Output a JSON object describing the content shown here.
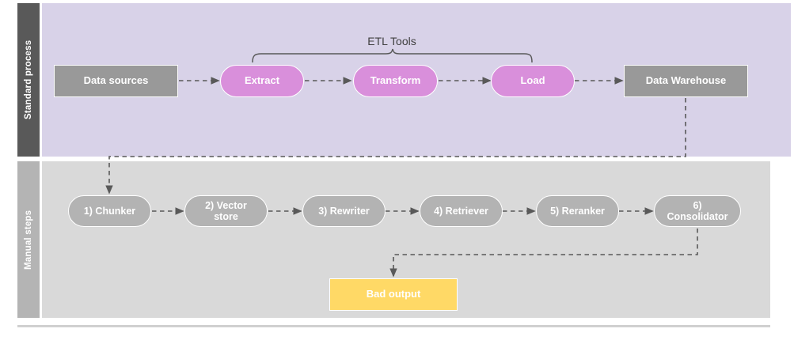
{
  "diagram": {
    "title": "ETL and manual RAG pipeline swimlane diagram",
    "colors": {
      "lane_top_label_bg": "#595959",
      "lane_top_body_bg": "#d8d2e8",
      "lane_bottom_label_bg": "#b4b4b4",
      "lane_bottom_body_bg": "#d9d9d9",
      "node_gray": "#999999",
      "node_purple": "#d98fdb",
      "node_gray_pill": "#b3b3b3",
      "node_yellow": "#ffd966",
      "connector": "#595959",
      "text_dark": "#404040",
      "text_light": "#ffffff"
    },
    "lanes": [
      {
        "id": "standard-process",
        "label": "Standard process"
      },
      {
        "id": "manual-steps",
        "label": "Manual steps"
      }
    ],
    "annotations": [
      {
        "id": "etl-tools",
        "label": "ETL Tools"
      }
    ],
    "top_nodes": [
      {
        "id": "data-sources",
        "label": "Data sources",
        "shape": "rect",
        "color": "gray"
      },
      {
        "id": "extract",
        "label": "Extract",
        "shape": "pill",
        "color": "purple"
      },
      {
        "id": "transform",
        "label": "Transform",
        "shape": "pill",
        "color": "purple"
      },
      {
        "id": "load",
        "label": "Load",
        "shape": "pill",
        "color": "purple"
      },
      {
        "id": "data-warehouse",
        "label": "Data Warehouse",
        "shape": "rect",
        "color": "gray"
      }
    ],
    "bottom_nodes": [
      {
        "id": "chunker",
        "label": "1) Chunker",
        "shape": "pill",
        "color": "graypill"
      },
      {
        "id": "vector-store",
        "label": "2) Vector store",
        "shape": "pill",
        "color": "graypill"
      },
      {
        "id": "rewriter",
        "label": "3) Rewriter",
        "shape": "pill",
        "color": "graypill"
      },
      {
        "id": "retriever",
        "label": "4) Retriever",
        "shape": "pill",
        "color": "graypill"
      },
      {
        "id": "reranker",
        "label": "5) Reranker",
        "shape": "pill",
        "color": "graypill"
      },
      {
        "id": "consolidator",
        "label": "6) Consolidator",
        "shape": "pill",
        "color": "graypill"
      }
    ],
    "output_nodes": [
      {
        "id": "bad-output",
        "label": "Bad output",
        "shape": "rect",
        "color": "yellow"
      }
    ],
    "edges": [
      {
        "from": "data-sources",
        "to": "extract",
        "style": "dashed-arrow"
      },
      {
        "from": "extract",
        "to": "transform",
        "style": "dashed-arrow"
      },
      {
        "from": "transform",
        "to": "load",
        "style": "dashed-arrow"
      },
      {
        "from": "load",
        "to": "data-warehouse",
        "style": "dashed-arrow"
      },
      {
        "from": "data-warehouse",
        "to": "chunker",
        "style": "dashed-arrow-elbow"
      },
      {
        "from": "chunker",
        "to": "vector-store",
        "style": "dashed-arrow"
      },
      {
        "from": "vector-store",
        "to": "rewriter",
        "style": "dashed-arrow"
      },
      {
        "from": "rewriter",
        "to": "retriever",
        "style": "dashed-arrow"
      },
      {
        "from": "retriever",
        "to": "reranker",
        "style": "dashed-arrow"
      },
      {
        "from": "reranker",
        "to": "consolidator",
        "style": "dashed-arrow"
      },
      {
        "from": "consolidator",
        "to": "bad-output",
        "style": "dashed-arrow-elbow"
      }
    ]
  }
}
